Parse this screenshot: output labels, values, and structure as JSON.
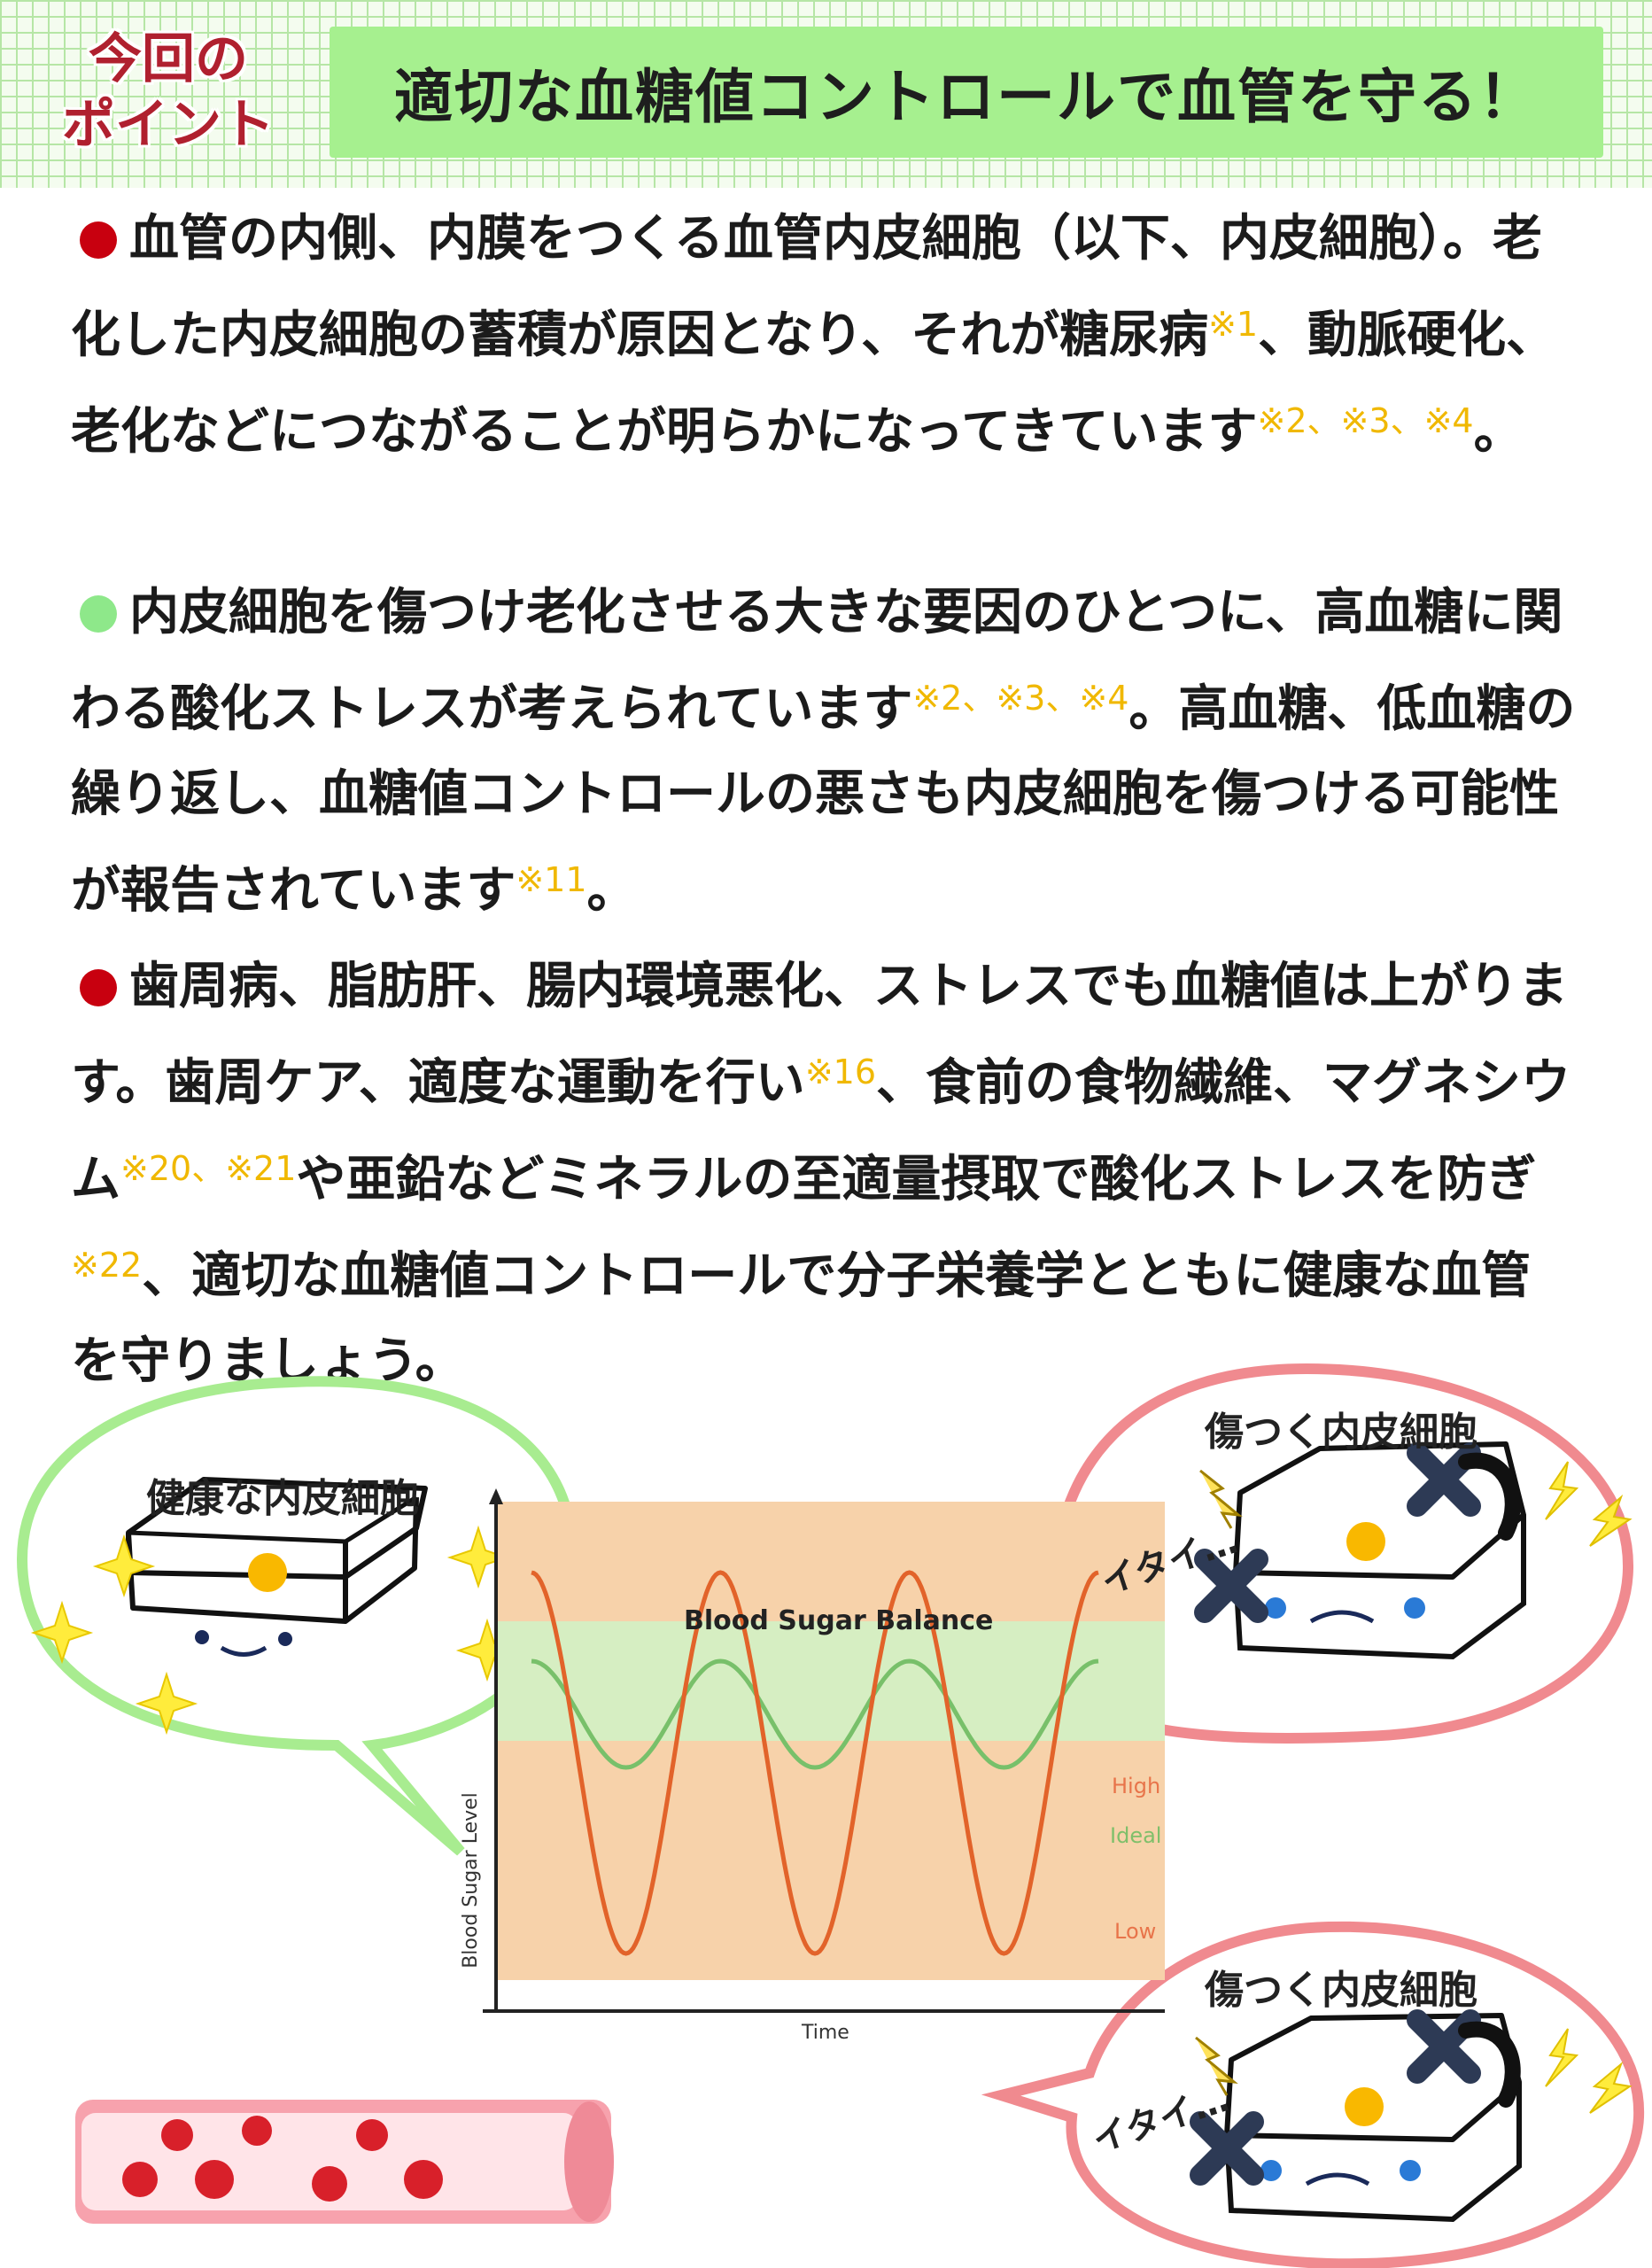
{
  "header": {
    "badge_line1": "今回の",
    "badge_line2": "ポイント",
    "title": "適切な血糖値コントロールで血管を守る！"
  },
  "paragraphs": [
    {
      "text1": "血管の内側、内膜をつくる血管内皮細胞（以下、内皮細胞）。老化した内皮細胞の蓄積が原因となり、それが糖尿病",
      "ref1": "※1",
      "text2": "、動脈硬化、老化などにつながることが明らかになってきています",
      "ref2": "※2、※3、※4",
      "text3": "。"
    },
    {
      "text1": "内皮細胞を傷つけ老化させる大きな要因のひとつに、高血糖に関わる酸化ストレスが考えられています",
      "ref1": "※2、※3、※4",
      "text2": "。高血糖、低血糖の繰り返し、血糖値コントロールの悪さも内皮細胞を傷つける可能性が報告されています",
      "ref2": "※11",
      "text3": "。"
    },
    {
      "text1": "歯周病、脂肪肝、腸内環境悪化、ストレスでも血糖値は上がります。歯周ケア、適度な運動を行い",
      "ref1": "※16",
      "text2": "、食前の食物繊維、マグネシウム",
      "ref2": "※20、※21",
      "text3": "や亜鉛などミネラルの至適量摂取で酸化ストレスを防ぎ",
      "ref3": "※22",
      "text4": "、適切な血糖値コントロールで分子栄養学とともに健康な血管を守りましょう。"
    }
  ],
  "illustration": {
    "healthy_label": "健康な内皮細胞",
    "damaged_label_top": "傷つく内皮細胞",
    "damaged_label_bottom": "傷つく内皮細胞",
    "itai_top": "イタイ…",
    "itai_bottom": "イタイ…",
    "chart": {
      "title": "Blood Sugar Balance",
      "xlabel": "Time",
      "ylabel": "Blood Sugar Level",
      "band_high": "High",
      "band_ideal": "Ideal",
      "band_low": "Low"
    }
  },
  "colors": {
    "header_green": "#a6f08f",
    "badge_red": "#b0202f",
    "bullet_red": "#c8000f",
    "bullet_green": "#8ee88a",
    "ref_yellow": "#f0b800",
    "bubble_green": "#a8ec90",
    "bubble_pink": "#f08a8f",
    "chart_orange": "#f7d2aa",
    "chart_green": "#d6eec2",
    "curve_orange": "#e2632a",
    "curve_green": "#78c06a"
  }
}
